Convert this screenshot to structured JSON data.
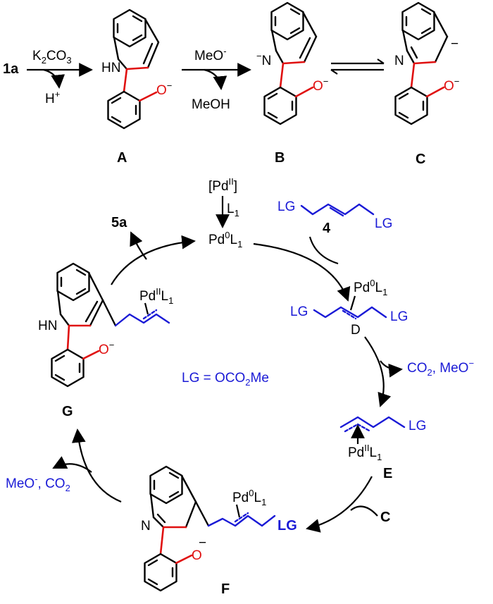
{
  "top": {
    "reagent_1a": "1a",
    "k2co3": {
      "a": "K",
      "b": "2",
      "c": "CO"
    },
    "hplus": {
      "a": "H",
      "b": "+"
    },
    "meo": {
      "a": "MeO",
      "b": "-"
    },
    "meoh": "MeOH"
  },
  "a": {
    "hn": "HN",
    "o": "O",
    "minus": "−",
    "label": "A"
  },
  "b": {
    "n": "N",
    "minus": "−",
    "o": "O",
    "minus2": "−",
    "label": "B"
  },
  "c": {
    "n": "N",
    "minus": "−",
    "o": "O",
    "minus2": "−",
    "label": "C"
  },
  "cycle": {
    "pdii": {
      "a": "[Pd",
      "b": "II",
      "c": "]"
    },
    "l1": {
      "a": "L",
      "b": "1"
    },
    "pd0": {
      "a": "Pd",
      "b": "0",
      "c": "L",
      "d": "1"
    },
    "p5a": "5a",
    "c_in": "C"
  },
  "c4": {
    "lg1": "LG",
    "lg2": "LG",
    "label": "4"
  },
  "d": {
    "pd": {
      "a": "Pd",
      "b": "0",
      "c": "L",
      "d": "1"
    },
    "lg1": "LG",
    "lg2": "LG",
    "label": "D"
  },
  "side": {
    "r1": {
      "a": "CO",
      "b": "2",
      "c": ", MeO",
      "d": "−"
    },
    "r2": {
      "a": "MeO",
      "b": "-",
      "c": ", CO",
      "d": "2"
    }
  },
  "legend": {
    "a": "LG = OCO",
    "b": "2",
    "c": "Me"
  },
  "e": {
    "lg": "LG",
    "pd": {
      "a": "Pd",
      "b": "II",
      "c": "L",
      "d": "1"
    },
    "label": "E"
  },
  "f": {
    "pd": {
      "a": "Pd",
      "b": "0",
      "c": "L",
      "d": "1"
    },
    "lg": "LG",
    "n": "N",
    "minus": "−",
    "o": "O",
    "label": "F"
  },
  "g": {
    "pd": {
      "a": "Pd",
      "b": "II",
      "c": "L",
      "d": "1"
    },
    "hn": "HN",
    "o": "O",
    "minus": "−",
    "label": "G"
  }
}
